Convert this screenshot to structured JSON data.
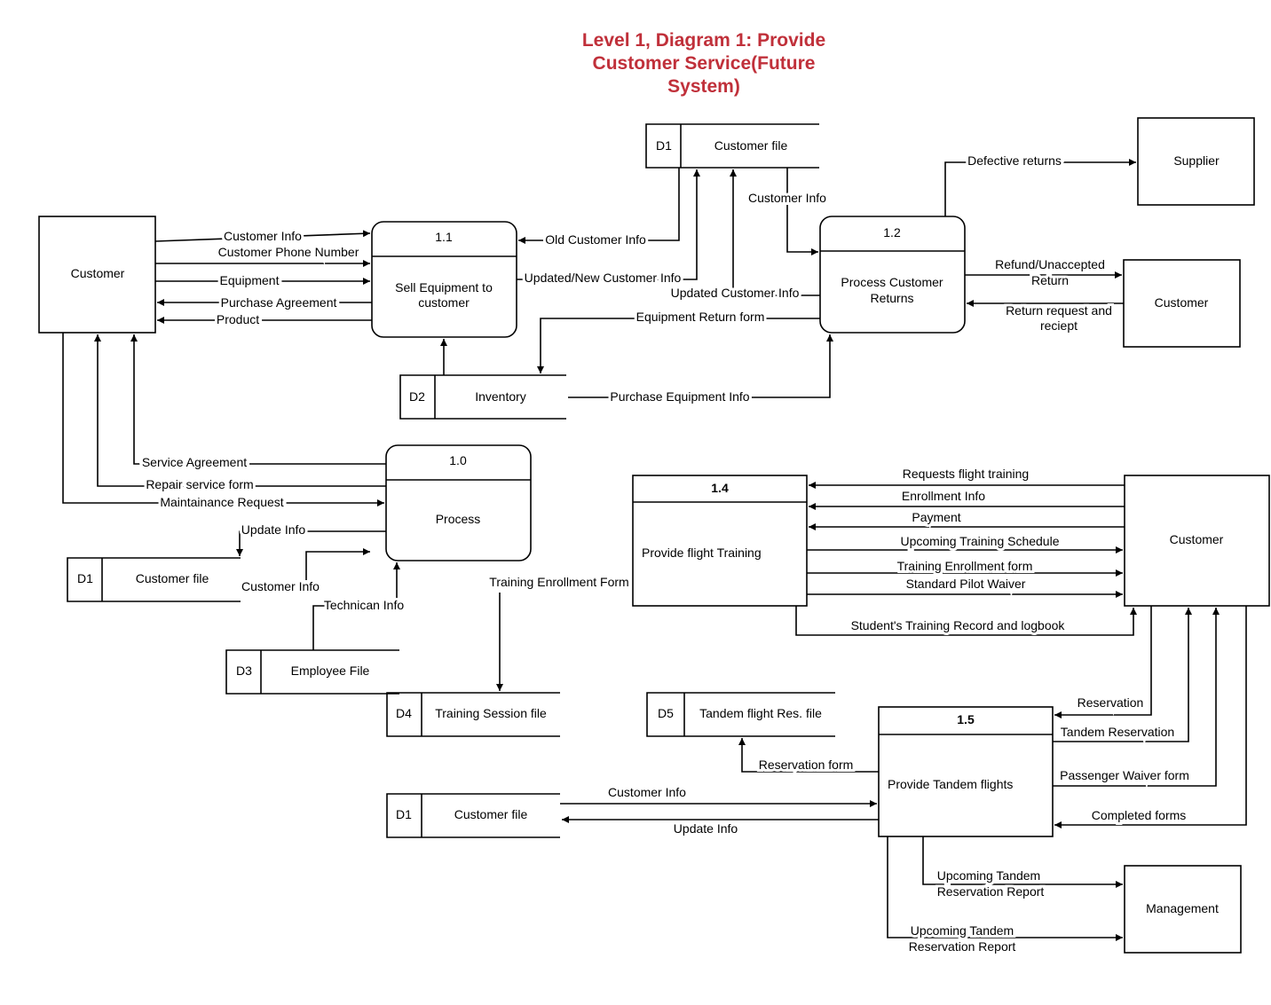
{
  "title": {
    "line1": "Level 1, Diagram 1: Provide",
    "line2": "Customer Service(Future",
    "line3": "System)"
  },
  "entities": {
    "customer_left": "Customer",
    "supplier": "Supplier",
    "customer_returns": "Customer",
    "customer_right": "Customer",
    "management": "Management"
  },
  "processes": {
    "p11": {
      "id": "1.1",
      "line1": "Sell Equipment to",
      "line2": "customer"
    },
    "p12": {
      "id": "1.2",
      "line1": "Process Customer",
      "line2": "Returns"
    },
    "p10": {
      "id": "1.0",
      "label": "Process"
    },
    "p14": {
      "id": "1.4",
      "label": "Provide flight Training"
    },
    "p15": {
      "id": "1.5",
      "label": "Provide Tandem flights"
    }
  },
  "stores": {
    "d1_top": {
      "id": "D1",
      "name": "Customer file"
    },
    "d2": {
      "id": "D2",
      "name": "Inventory"
    },
    "d1_mid": {
      "id": "D1",
      "name": "Customer file"
    },
    "d3": {
      "id": "D3",
      "name": "Employee File"
    },
    "d4": {
      "id": "D4",
      "name": "Training Session file"
    },
    "d5": {
      "id": "D5",
      "name": "Tandem flight Res. file"
    },
    "d1_bottom": {
      "id": "D1",
      "name": "Customer file"
    }
  },
  "flows": {
    "customer_info_a": "Customer Info",
    "customer_phone": "Customer Phone Number",
    "equipment": "Equipment",
    "purchase_agreement": "Purchase Agreement",
    "product": "Product",
    "old_customer_info": "Old Customer Info",
    "updated_new_customer_info": "Updated/New Customer Info",
    "updated_customer_info": "Updated Customer Info",
    "customer_info_d1": "Customer Info",
    "equipment_return_form": "Equipment Return form",
    "purchase_equipment_info": "Purchase Equipment Info",
    "defective_returns": "Defective returns",
    "refund_line1": "Refund/Unaccepted",
    "refund_line2": "Return",
    "return_req_line1": "Return request and",
    "return_req_line2": "reciept",
    "service_agreement": "Service Agreement",
    "repair_service_form": "Repair service form",
    "maintainance_request": "Maintainance Request",
    "update_info_a": "Update Info",
    "customer_info_b": "Customer Info",
    "technican_info": "Technican Info",
    "training_enrollment_form": "Training Enrollment Form",
    "requests_flight_training": "Requests flight training",
    "enrollment_info": "Enrollment Info",
    "payment": "Payment",
    "upcoming_training_schedule": "Upcoming Training Schedule",
    "training_enrollment_form2": "Training Enrollment form",
    "standard_pilot_waiver": "Standard Pilot Waiver",
    "student_record": "Student's Training Record and logbook",
    "reservation": "Reservation",
    "tandem_reservation": "Tandem Reservation",
    "passenger_waiver": "Passenger Waiver form",
    "completed_forms": "Completed forms",
    "reservation_form": "Reservation form",
    "customer_info_c": "Customer Info",
    "update_info_b": "Update Info",
    "upcoming_report1_line1": "Upcoming Tandem",
    "upcoming_report1_line2": "Reservation Report",
    "upcoming_report2_line1": "Upcoming Tandem",
    "upcoming_report2_line2": "Reservation Report"
  }
}
